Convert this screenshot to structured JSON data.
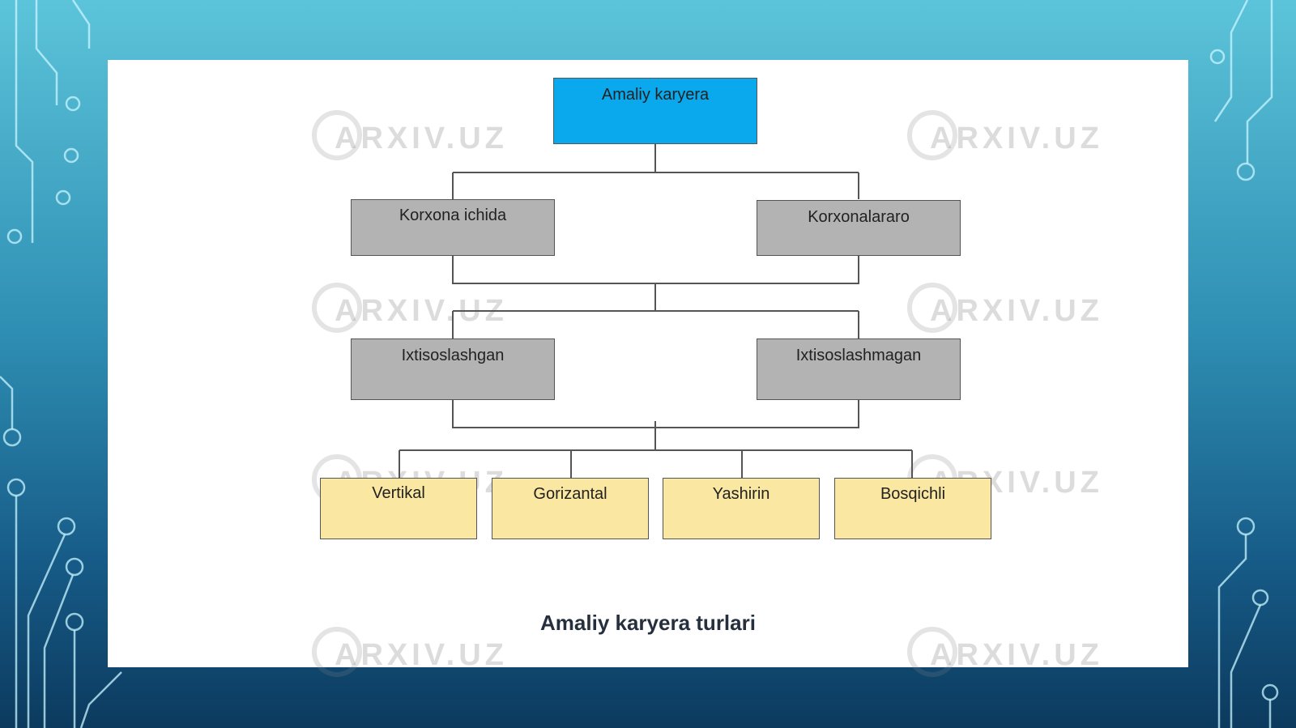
{
  "diagram": {
    "root": "Amaliy karyera",
    "level1": [
      "Korxona ichida",
      "Korxonalararo"
    ],
    "level2": [
      "Ixtisoslashgan",
      "Ixtisoslashmagan"
    ],
    "level3": [
      "Vertikal",
      "Gorizantal",
      "Yashirin",
      "Bosqichli"
    ],
    "caption": "Amaliy karyera turlari"
  },
  "watermark": {
    "text": "ARXIV.UZ",
    "icon": "magnifier-icon"
  },
  "colors": {
    "root": "#0aa8ec",
    "level_grey": "#b3b3b3",
    "leaf_yellow": "#fae7a1",
    "connector": "#555555",
    "caption": "#262f3d"
  }
}
